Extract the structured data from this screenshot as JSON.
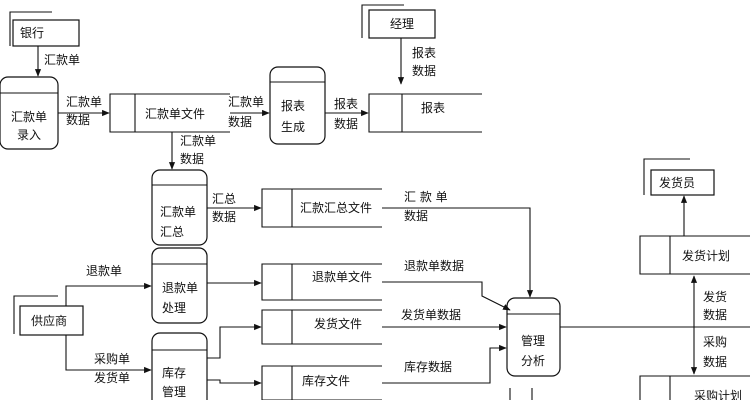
{
  "entities": {
    "bank": "银行",
    "manager": "经理",
    "supplier": "供应商",
    "shipper": "发货员"
  },
  "processes": {
    "remit_entry": [
      "汇款单",
      "录入"
    ],
    "report_gen": [
      "报表",
      "生成"
    ],
    "remit_summary": [
      "汇款单",
      "汇总"
    ],
    "refund": [
      "退款单",
      "处理"
    ],
    "inventory": [
      "库存",
      "管理"
    ],
    "analysis": [
      "管理",
      "分析"
    ]
  },
  "stores": {
    "remit_file": "汇款单文件",
    "report": "报表",
    "remit_sum_file": "汇款汇总文件",
    "refund_file": "退款单文件",
    "ship_file": "发货文件",
    "stock_file": "库存文件",
    "ship_plan": "发货计划",
    "purchase_plan": "采购计划"
  },
  "flows": {
    "bank_to_entry": "汇款单",
    "entry_to_file": [
      "汇款单",
      "数据"
    ],
    "file_to_report": [
      "汇款单",
      "数据"
    ],
    "report_to_store": [
      "报表",
      "数据"
    ],
    "manager_flow": [
      "报表",
      "数据"
    ],
    "file_to_summary": [
      "汇款单",
      "数据"
    ],
    "summary_to_file": [
      "汇总",
      "数据"
    ],
    "sumfile_to_analysis": [
      "汇 款 单",
      "数据"
    ],
    "refund_in": "退款单",
    "refund_to_analysis": "退款单数据",
    "ship_to_analysis": "发货单数据",
    "stock_to_analysis": "库存数据",
    "purchase_in": [
      "采购单",
      "发货单"
    ],
    "plan_ship": [
      "发货",
      "数据"
    ],
    "plan_purchase": [
      "采购",
      "数据"
    ]
  }
}
